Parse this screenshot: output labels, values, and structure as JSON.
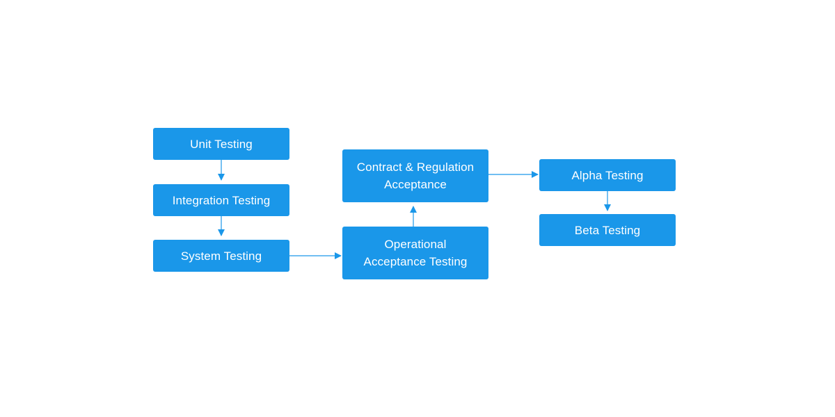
{
  "diagram": {
    "type": "flowchart",
    "colors": {
      "node_fill": "#1a97e9",
      "node_text": "#ffffff",
      "edge": "#1a97e9",
      "background": "#ffffff"
    },
    "nodes": {
      "unit": {
        "label": "Unit Testing"
      },
      "integration": {
        "label": "Integration Testing"
      },
      "system": {
        "label": "System Testing"
      },
      "operational": {
        "label_line1": "Operational",
        "label_line2": "Acceptance Testing"
      },
      "contract": {
        "label_line1": "Contract & Regulation",
        "label_line2": "Acceptance"
      },
      "alpha": {
        "label": "Alpha Testing"
      },
      "beta": {
        "label": "Beta Testing"
      }
    },
    "edges": [
      {
        "from": "unit",
        "to": "integration"
      },
      {
        "from": "integration",
        "to": "system"
      },
      {
        "from": "system",
        "to": "operational"
      },
      {
        "from": "operational",
        "to": "contract"
      },
      {
        "from": "contract",
        "to": "alpha"
      },
      {
        "from": "alpha",
        "to": "beta"
      }
    ]
  }
}
